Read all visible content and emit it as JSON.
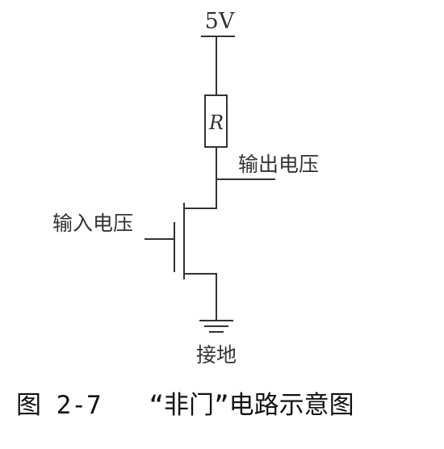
{
  "diagram": {
    "supply_label": "5V",
    "resistor_label": "R",
    "output_label": "输出电压",
    "input_label": "输入电压",
    "ground_label": "接地"
  },
  "caption": {
    "number": "图 2-7",
    "title": "“非门”电路示意图"
  },
  "colors": {
    "line": "#333333",
    "text": "#333333",
    "caption": "#111111",
    "background": "#ffffff"
  }
}
